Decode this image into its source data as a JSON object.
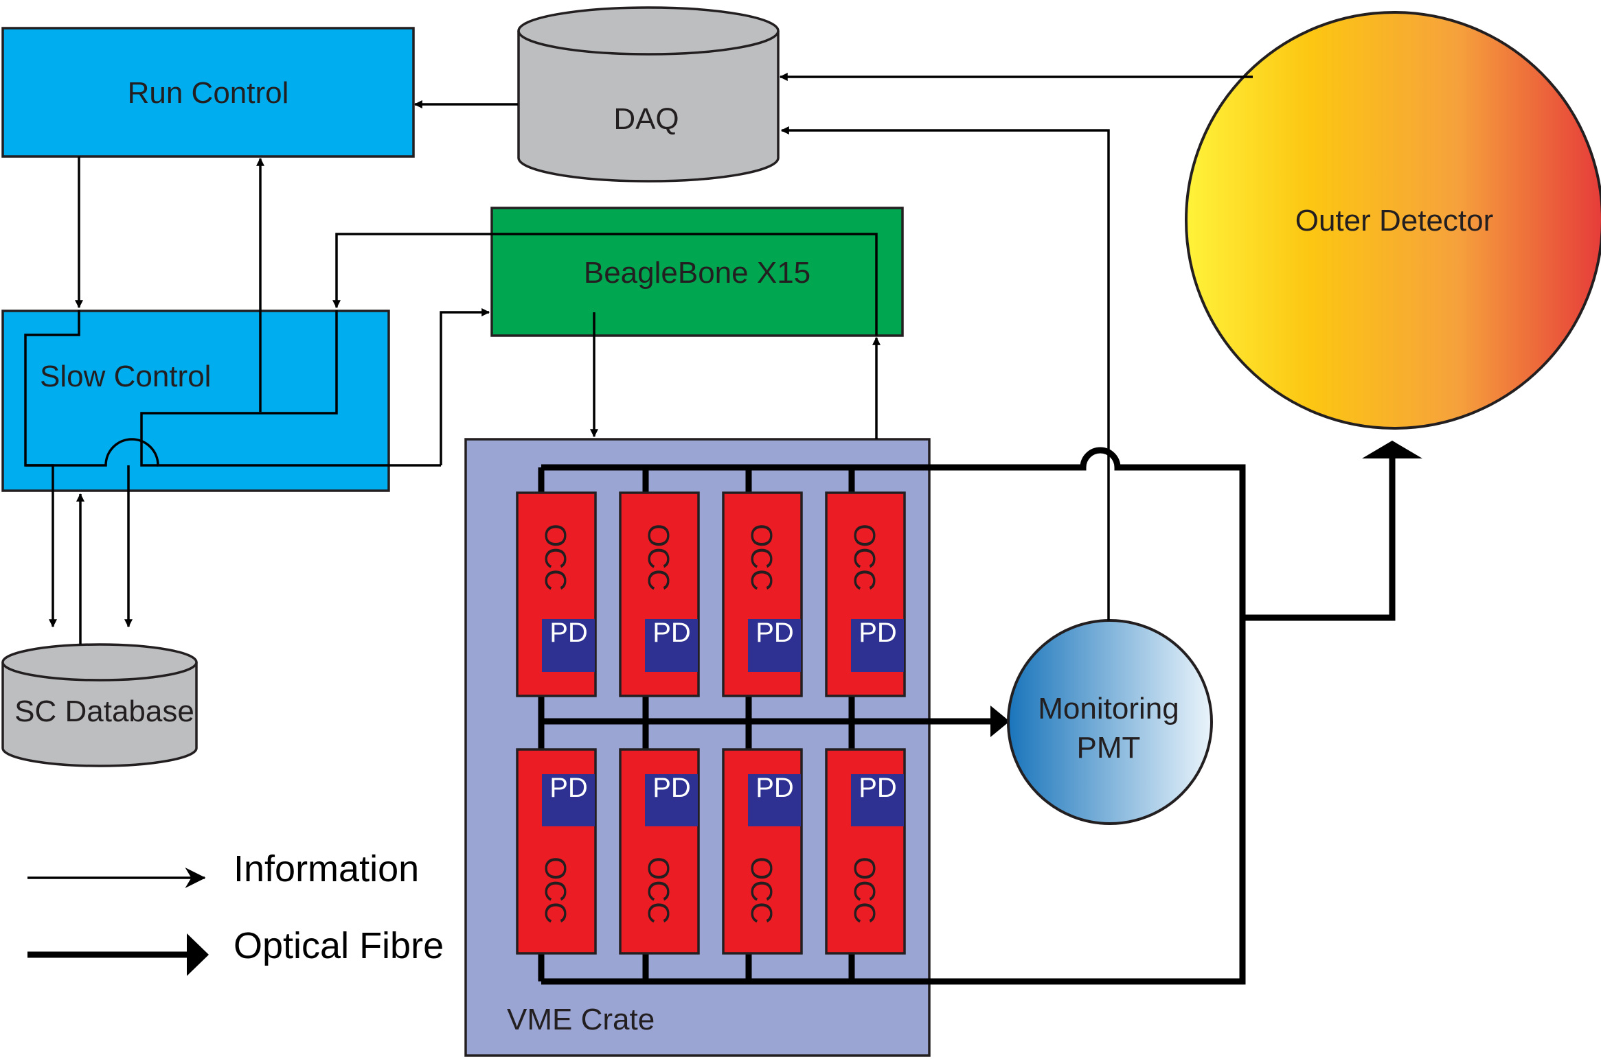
{
  "nodes": {
    "run_control": {
      "label": "Run Control",
      "color": "#00adef"
    },
    "slow_control": {
      "label": "Slow Control",
      "color": "#00adef"
    },
    "daq": {
      "label": "DAQ",
      "color": "#bcbec0"
    },
    "sc_database": {
      "label": "SC Database",
      "color": "#bcbec0"
    },
    "beaglebone": {
      "label": "BeagleBone X15",
      "color": "#00a650"
    },
    "vme_crate": {
      "label": "VME Crate",
      "color": "#9aa5d4"
    },
    "outer_detector": {
      "label": "Outer Detector",
      "gradient": [
        "#fff23a",
        "#fcc612",
        "#f6a23c",
        "#e63c3a"
      ]
    },
    "monitoring_pmt": {
      "label_line1": "Monitoring",
      "label_line2": "PMT",
      "gradient": [
        "#1a75bb",
        "#eaf4fb"
      ]
    }
  },
  "cards": {
    "occ_label": "OCC",
    "pd_label": "PD",
    "occ_color": "#ec1c24",
    "pd_color": "#2e3192",
    "top_row_count": 4,
    "bottom_row_count": 4
  },
  "legend": {
    "information": "Information",
    "optical_fibre": "Optical Fibre"
  }
}
